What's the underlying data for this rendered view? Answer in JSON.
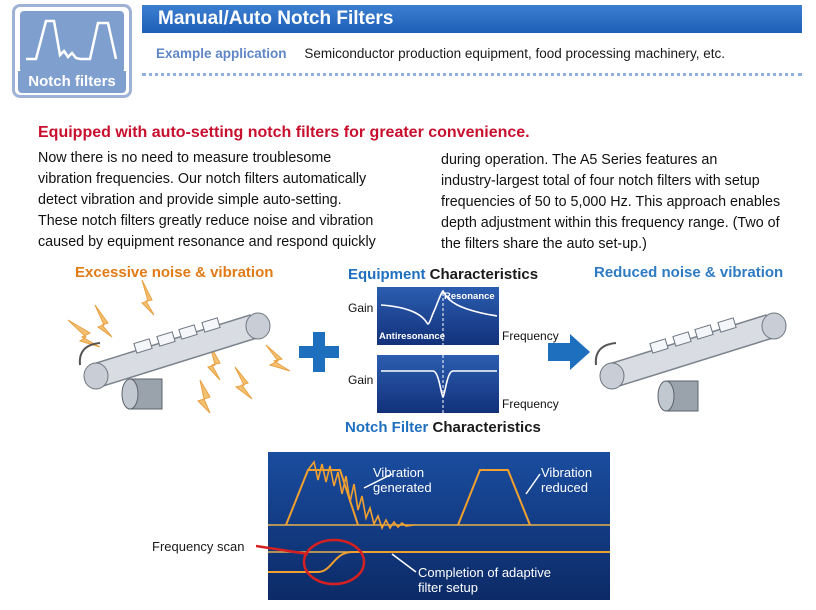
{
  "badge": {
    "label": "Notch filters"
  },
  "header": {
    "title": "Manual/Auto Notch Filters",
    "example_key": "Example application",
    "example_value": "Semiconductor production equipment, food processing machinery, etc."
  },
  "headline": "Equipped with auto-setting notch filters for greater convenience.",
  "para_left": [
    "Now there is no need to measure troublesome",
    "vibration frequencies. Our notch filters automatically",
    "detect vibration and provide simple auto-setting.",
    "These notch filters greatly reduce noise and vibration",
    "caused by equipment resonance and respond quickly"
  ],
  "para_right": [
    "during operation. The A5 Series features an",
    "industry-largest total of four notch filters with setup",
    "frequencies of 50 to 5,000 Hz. This approach enables",
    "depth adjustment within this frequency range. (Two of",
    "the filters share the auto set-up.)"
  ],
  "diagram": {
    "left_label": "Excessive noise & vibration",
    "right_label": "Reduced noise & vibration",
    "equip_title_a": "Equipment",
    "equip_title_b": " Characteristics",
    "notch_title_a": "Notch Filter",
    "notch_title_b": " Characteristics",
    "gain1": "Gain",
    "gain2": "Gain",
    "freq1": "Frequency",
    "freq2": "Frequency",
    "resonance": "Resonance",
    "antiresonance": "Antiresonance"
  },
  "scope": {
    "vib_gen_1": "Vibration",
    "vib_gen_2": "generated",
    "vib_red_1": "Vibration",
    "vib_red_2": "reduced",
    "freq_scan": "Frequency scan",
    "completion_1": "Completion of adaptive",
    "completion_2": "filter setup"
  }
}
